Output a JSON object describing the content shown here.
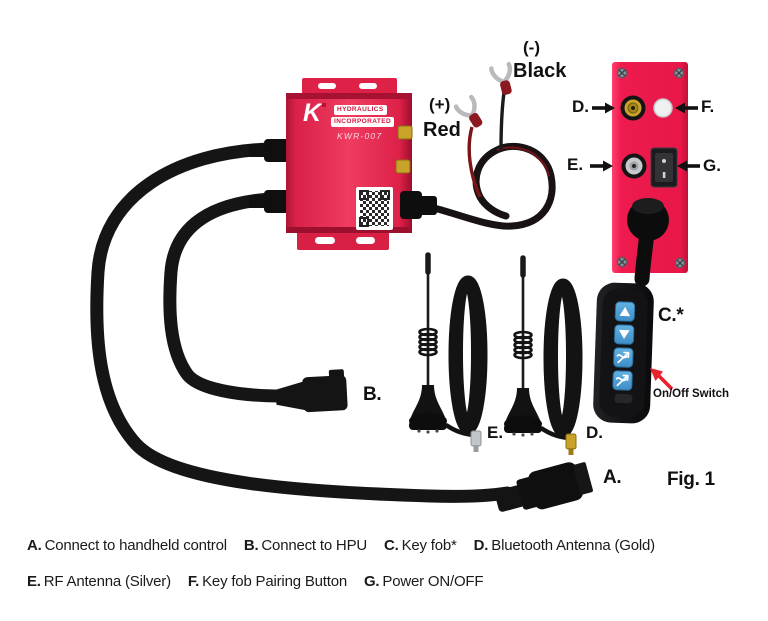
{
  "device": {
    "brand_letter": "K",
    "brand_line1": "HYDRAULICS",
    "brand_line2": "INCORPORATED",
    "model": "KWR-007"
  },
  "wires": {
    "positive_sign": "(+)",
    "positive_name": "Red",
    "negative_sign": "(-)",
    "negative_name": "Black"
  },
  "callouts": {
    "panel_d": "D.",
    "panel_f": "F.",
    "panel_e": "E.",
    "panel_g": "G.",
    "antenna_e": "E.",
    "antenna_d": "D.",
    "keyfob": "C.*",
    "keyfob_note": "On/Off Switch",
    "connector_b": "B.",
    "connector_a": "A.",
    "figure": "Fig. 1"
  },
  "keyfob": {
    "button_icons": [
      "up-arrow",
      "down-arrow",
      "shake-arrow",
      "shake-arrow"
    ],
    "button_color": "#4a9bd5"
  },
  "legend": {
    "line1": [
      {
        "key": "A.",
        "text": "Connect to handheld control"
      },
      {
        "key": "B.",
        "text": "Connect to HPU"
      },
      {
        "key": "C.",
        "text": "Key fob*"
      },
      {
        "key": "D.",
        "text": "Bluetooth Antenna (Gold)"
      }
    ],
    "line2": [
      {
        "key": "E.",
        "text": "RF Antenna (Silver)"
      },
      {
        "key": "F.",
        "text": "Key fob Pairing Button"
      },
      {
        "key": "G.",
        "text": "Power ON/OFF"
      }
    ]
  },
  "colors": {
    "chassis_red": "#e8294b",
    "panel_red": "#ee1b4e",
    "cable_black": "#151515",
    "keyfob_button_blue": "#4a9bd5",
    "gold": "#c9a22a",
    "silver": "#c3c6c9",
    "pointer_red": "#e8212b"
  }
}
